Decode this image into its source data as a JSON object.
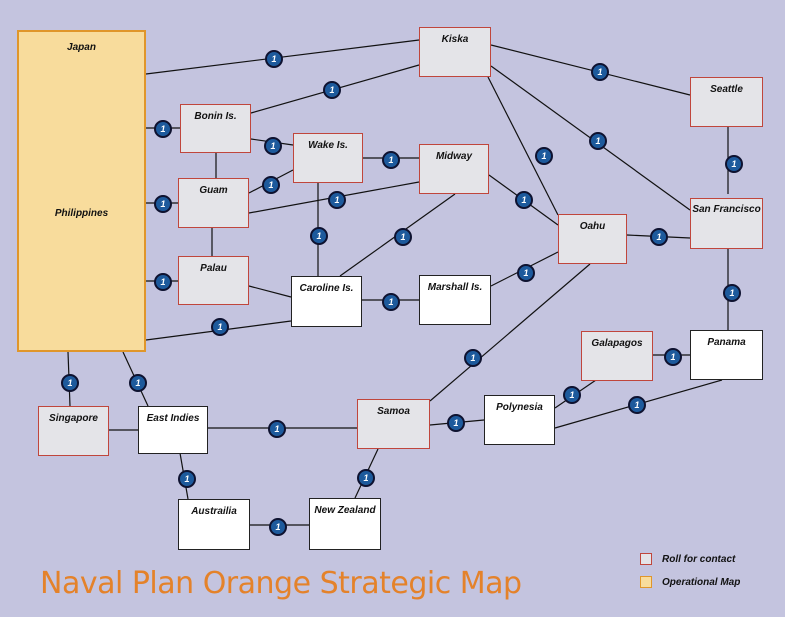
{
  "title": "Naval Plan Orange Strategic Map",
  "colors": {
    "background": "#c4c4df",
    "contact_fill": "#e4e4e8",
    "contact_border": "#c0463c",
    "operational_fill": "#f8dc9c",
    "operational_border": "#e0962a",
    "badge_fill": "#1d5a9c",
    "title": "#e4822a"
  },
  "legend": {
    "contact_label": "Roll for contact",
    "operational_label": "Operational Map"
  },
  "operational_map": {
    "labels": [
      "Japan",
      "Philippines"
    ]
  },
  "badge_value": "1",
  "locations": {
    "kiska": "Kiska",
    "seattle": "Seattle",
    "bonin": "Bonin Is.",
    "wake": "Wake Is.",
    "midway": "Midway",
    "guam": "Guam",
    "oahu": "Oahu",
    "san_francisco": "San Francisco",
    "palau": "Palau",
    "caroline": "Caroline Is.",
    "marshall": "Marshall Is.",
    "galapagos": "Galapagos",
    "panama": "Panama",
    "singapore": "Singapore",
    "east_indies": "East Indies",
    "samoa": "Samoa",
    "polynesia": "Polynesia",
    "australia": "Austrailia",
    "new_zealand": "New Zealand"
  }
}
